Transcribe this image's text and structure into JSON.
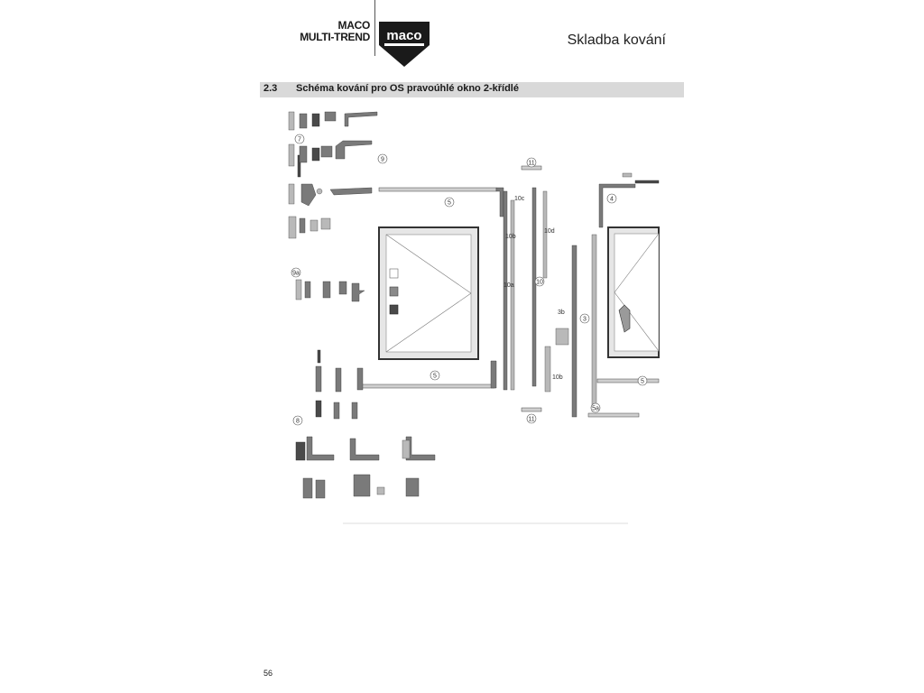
{
  "header": {
    "brand_line1": "MACO",
    "brand_line2": "MULTI-TREND",
    "logo_text": "maco",
    "section_title": "Skladba kování"
  },
  "heading": {
    "number": "2.3",
    "title": "Schéma kování pro OS pravoúhlé okno 2-křídlé"
  },
  "callouts": {
    "c7": "7",
    "c9": "9",
    "c9a": "9a",
    "c5_top": "5",
    "c5_bottom": "5",
    "c5_right": "5",
    "c5a": "5a",
    "c11_top": "11",
    "c11_bottom": "11",
    "c10c": "10c",
    "c10b": "10b",
    "c10a": "10a",
    "c10": "10",
    "c10d": "10d",
    "c10b_low": "10b",
    "c3": "3",
    "c3b": "3b",
    "c4": "4",
    "c8": "8"
  },
  "colors": {
    "heading_bar": "#d9d9d9",
    "legend_light": "#ffffff",
    "legend_mid": "#8a8a8a",
    "legend_dark": "#4a4a4a"
  },
  "footer": {
    "page_number": "56"
  }
}
